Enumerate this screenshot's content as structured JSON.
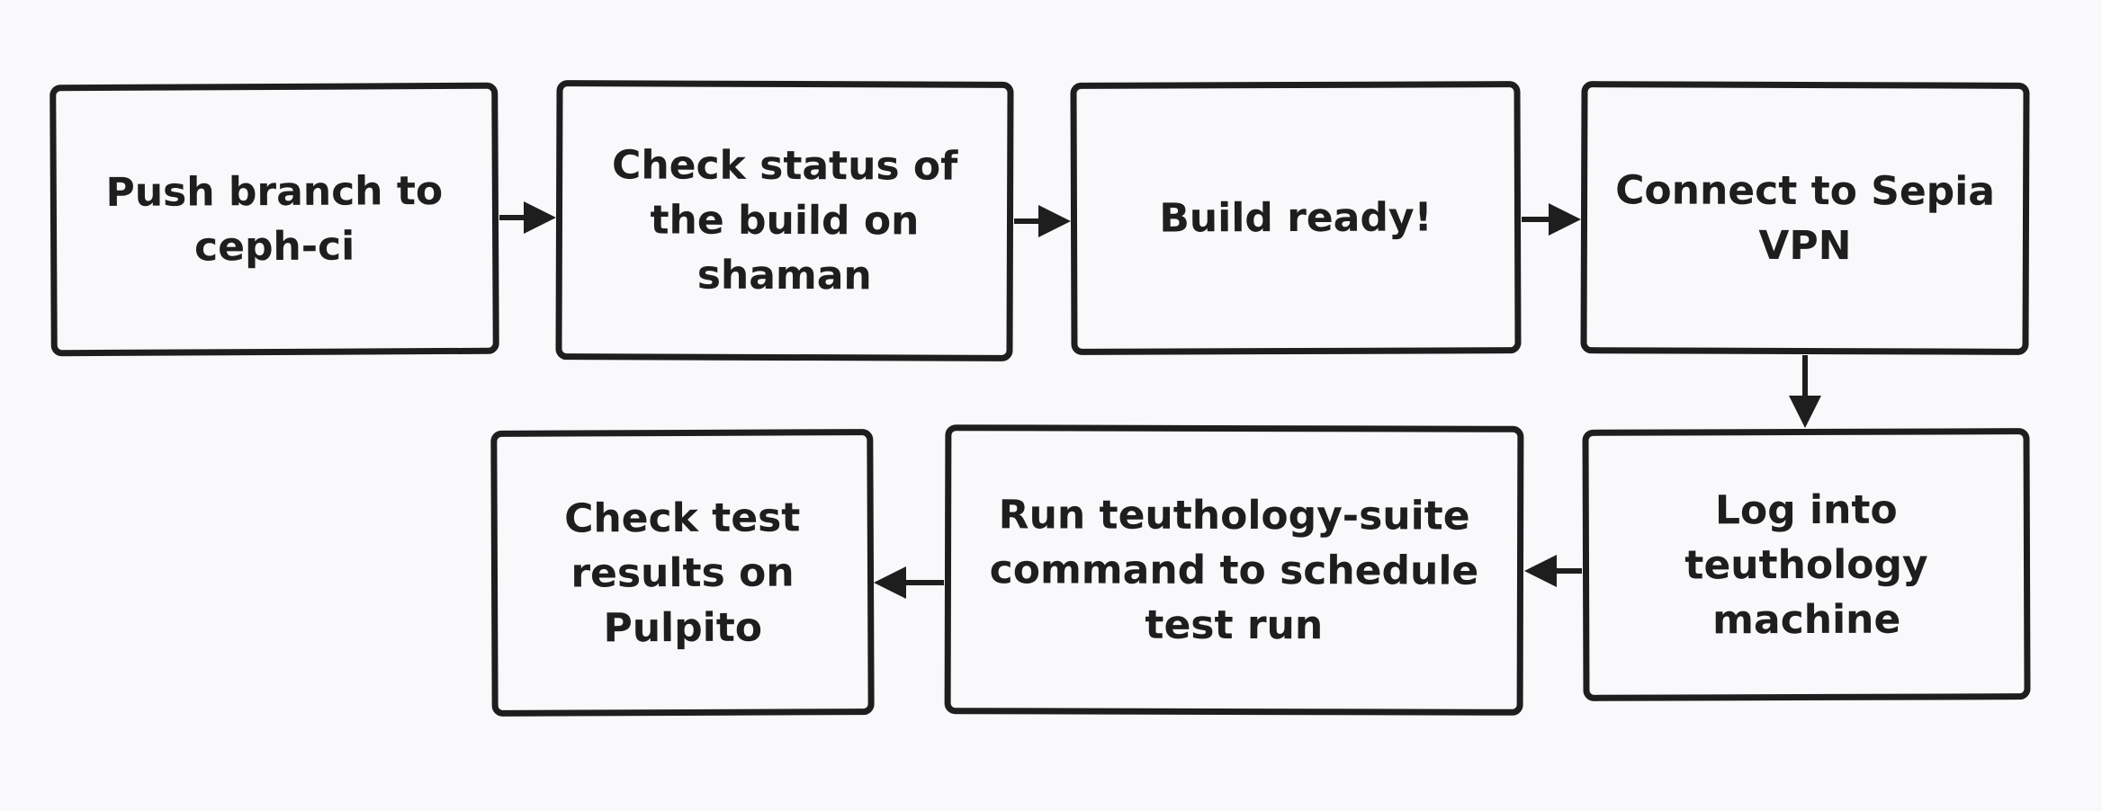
{
  "diagram": {
    "nodes": [
      {
        "id": "n1",
        "label": "Push branch to\nceph-ci"
      },
      {
        "id": "n2",
        "label": "Check status of\nthe build on\nshaman"
      },
      {
        "id": "n3",
        "label": "Build ready!"
      },
      {
        "id": "n4",
        "label": "Connect to Sepia\nVPN"
      },
      {
        "id": "n5",
        "label": "Log into\nteuthology\nmachine"
      },
      {
        "id": "n6",
        "label": "Run teuthology-suite\ncommand to schedule\ntest run"
      },
      {
        "id": "n7",
        "label": "Check test\nresults on\nPulpito"
      }
    ],
    "edges": [
      {
        "from": "n1",
        "to": "n2"
      },
      {
        "from": "n2",
        "to": "n3"
      },
      {
        "from": "n3",
        "to": "n4"
      },
      {
        "from": "n4",
        "to": "n5"
      },
      {
        "from": "n5",
        "to": "n6"
      },
      {
        "from": "n6",
        "to": "n7"
      }
    ],
    "colors": {
      "background": "#f9f9fb",
      "stroke": "#1e1e1e",
      "text": "#1e1e1e"
    }
  }
}
